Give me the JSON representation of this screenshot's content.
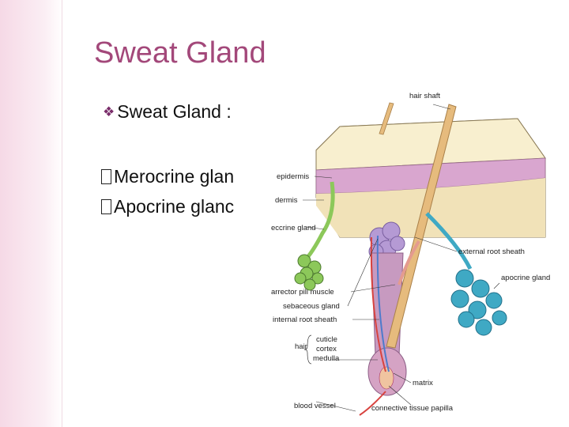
{
  "slide": {
    "title": "Sweat Gland",
    "bullet_main": "Sweat Gland :",
    "bullet_main_mark": "❖",
    "sub_items": [
      {
        "text": "Merocrine glan"
      },
      {
        "text": "Apocrine glanc"
      }
    ]
  },
  "diagram": {
    "labels": {
      "hair_shaft": "hair shaft",
      "epidermis": "epidermis",
      "dermis": "dermis",
      "eccrine_gland": "eccrine gland",
      "external_root_sheath": "external root sheath",
      "apocrine_gland": "apocrine gland",
      "arrector_pili_muscle": "arrector pili muscle",
      "sebaceous_gland": "sebaceous gland",
      "internal_root_sheath": "internal root sheath",
      "hair": "hair",
      "cuticle": "cuticle",
      "cortex": "cortex",
      "medulla": "medulla",
      "matrix": "matrix",
      "blood_vessel": "blood vessel",
      "connective_tissue_papilla": "connective tissue papilla"
    },
    "colors": {
      "skin": "#f3e6bd",
      "epidermis": "#d9a6cf",
      "hair": "#e6bb7d",
      "eccrine": "#8cc85a",
      "apocrine": "#3fa9c4",
      "sebaceous": "#b59ad4",
      "blood_vessel": "#d8433f"
    }
  }
}
